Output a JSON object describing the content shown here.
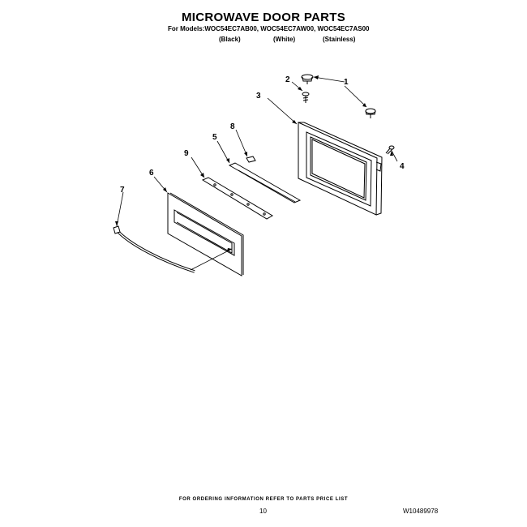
{
  "header": {
    "title": "MICROWAVE DOOR PARTS",
    "models_line": "For Models:WOC54EC7AB00, WOC54EC7AW00, WOC54EC7AS00",
    "variants": [
      "(Black)",
      "(White)",
      "(Stainless)"
    ]
  },
  "diagram": {
    "callouts": [
      "1",
      "2",
      "3",
      "4",
      "5",
      "6",
      "7",
      "8",
      "9"
    ]
  },
  "footer": {
    "note": "FOR ORDERING INFORMATION REFER TO PARTS PRICE LIST",
    "page_number": "10",
    "doc_id": "W10489978"
  }
}
